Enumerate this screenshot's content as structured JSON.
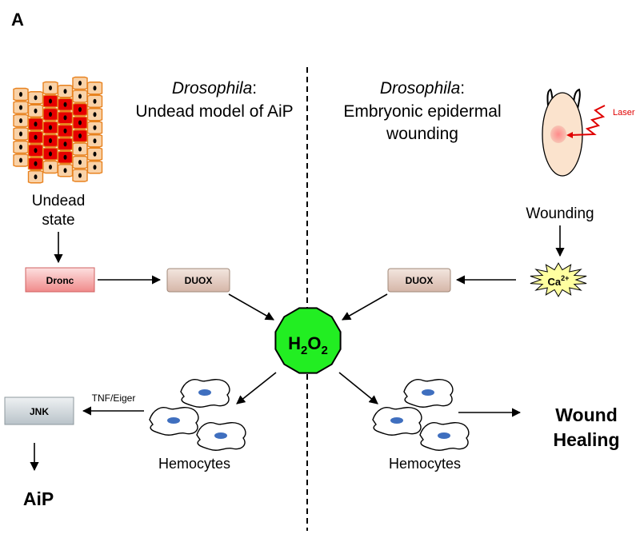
{
  "panel_label": "A",
  "left_title": {
    "line1_italic": "Drosophila",
    "line1_rest": ":",
    "line2": "Undead model of AiP"
  },
  "right_title": {
    "line1_italic": "Drosophila",
    "line1_rest": ":",
    "line2": "Embryonic epidermal",
    "line3": "wounding"
  },
  "undead_state": [
    "Undead",
    "state"
  ],
  "laser_label": "Laser",
  "wounding_label": "Wounding",
  "calcium_label": "Ca",
  "calcium_sup": "2+",
  "dronc_label": "Dronc",
  "duox_left_label": "DUOX",
  "duox_right_label": "DUOX",
  "h2o2": {
    "h": "H",
    "sub1": "2",
    "o": "O",
    "sub2": "2"
  },
  "tnf_label": "TNF/Eiger",
  "jnk_label": "JNK",
  "aip_label": "AiP",
  "hemocytes_left_label": "Hemocytes",
  "hemocytes_right_label": "Hemocytes",
  "wound_healing": [
    "Wound",
    "Healing"
  ],
  "colors": {
    "cell_fill_outer": "#f9d2a8",
    "cell_stroke": "#e8821f",
    "cell_fill_inner": "#e60000",
    "h2o2_fill": "#22ee22",
    "dronc_fill": "#f59a9a",
    "duox_fill": "#e2c9bd",
    "jnk_fill": "#cfd6da",
    "ca_fill": "#ffffa0",
    "hemocyte_nucleus": "#3f6fbf",
    "laser_red": "#e00000",
    "embryo_fill": "#fbe3cd"
  }
}
